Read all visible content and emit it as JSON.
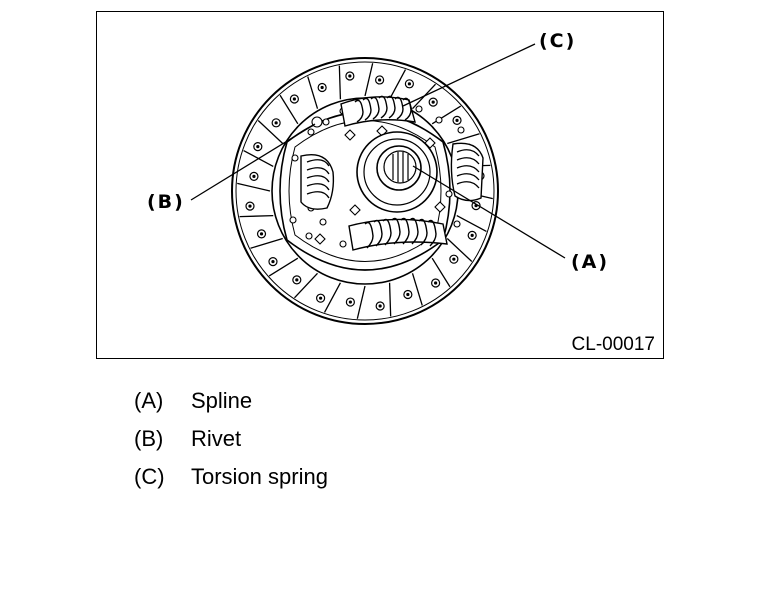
{
  "figure": {
    "id_label": "CL-00017",
    "callouts": {
      "a": "(A)",
      "b": "(B)",
      "c": "(C)"
    }
  },
  "legend": [
    {
      "key": "(A)",
      "text": "Spline"
    },
    {
      "key": "(B)",
      "text": "Rivet"
    },
    {
      "key": "(C)",
      "text": "Torsion spring"
    }
  ]
}
